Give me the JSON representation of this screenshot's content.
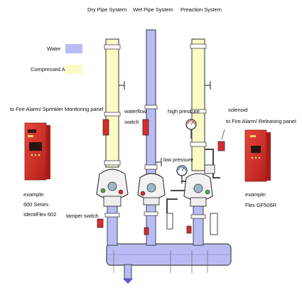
{
  "headers": {
    "dry": "Dry Pipe System",
    "wet": "Wet Pipe System",
    "preaction": "Preaction System"
  },
  "legend": {
    "water_label": "Water",
    "water_color": "#b9bcf4",
    "air_label": "Compressed Air",
    "air_color": "#fbfbc6"
  },
  "labels": {
    "monitoring_panel": "to Fire Alarm/ Sprinkler Monitoring panel",
    "waterflow_1": "waterflow",
    "waterflow_2": "switch",
    "high_pressure": "high pressure",
    "solenoid_1": "solenoid",
    "solenoid_2": "to Fire Alarm/ Releasing panel",
    "low_pressure": "low pressure",
    "tamper_switch": "tamper switch",
    "example_left_1": "example:",
    "example_left_2": "600 Series",
    "example_left_3": "IdentiFlex 602",
    "example_right_1": "example:",
    "example_right_2": "Flex GF506R"
  },
  "colors": {
    "panel_red": "#d8322b",
    "switch_red": "#d92a2a",
    "pipe_outline": "#444444",
    "valve_green": "#49a84a"
  }
}
